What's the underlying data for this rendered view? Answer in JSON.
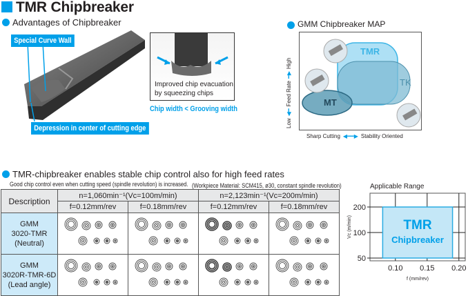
{
  "header": {
    "title": "TMR Chipbreaker"
  },
  "advantages": {
    "heading": "Advantages of Chipbreaker",
    "callouts": [
      "Special Curve Wall",
      "Depression in center of cutting edge"
    ],
    "photo_caption_line1": "Improved chip evacuation",
    "photo_caption_line2": "by squeezing chips",
    "chip_width_note": "Chip width < Grooving width"
  },
  "map": {
    "heading": "GMM Chipbreaker MAP",
    "y_axis": {
      "low": "Low",
      "label": "Feed Rate",
      "high": "High"
    },
    "x_axis": {
      "left": "Sharp Cutting",
      "right": "Stability Oriented"
    },
    "regions": [
      "TMR",
      "TK",
      "MT"
    ],
    "colors": {
      "tmr": "#aee0f5",
      "tk": "#7fbbd3",
      "mt": "#5e9db6",
      "accent": "#00a0e9"
    }
  },
  "chip_control": {
    "heading": "TMR-chipbreaker enables stable chip control also for high feed rates",
    "note_left": "Good chip control even when cutting speed (spindle revolution) is increased.",
    "note_right": "(Workpiece Material: SCM415, ø30, constant spindle revolution)",
    "table": {
      "description_header": "Description",
      "speed_groups": [
        "n=1,060min⁻¹(Vc=100m/min)",
        "n=2,123min⁻¹(Vc=200m/min)"
      ],
      "feeds": [
        "f=0.12mm/rev",
        "f=0.18mm/rev",
        "f=0.12mm/rev",
        "f=0.18mm/rev"
      ],
      "rows": [
        {
          "line1": "GMM",
          "line2": "3020-TMR",
          "line3": "(Neutral)"
        },
        {
          "line1": "GMM",
          "line2": "3020R-TMR-6D",
          "line3": "(Lead angle)"
        }
      ]
    }
  },
  "chart_data": {
    "type": "area",
    "title": "Applicable Range",
    "xlabel": "f (mm/rev)",
    "ylabel": "Vc (m/min)",
    "x_ticks": [
      "0.10",
      "0.15",
      "0.20"
    ],
    "y_ticks": [
      "200",
      "100",
      "50"
    ],
    "xlim": [
      0.06,
      0.21
    ],
    "y_scale": "categorical",
    "region": {
      "label_line1": "TMR",
      "label_line2": "Chipbreaker",
      "f_min": 0.08,
      "f_max": 0.19,
      "vc_min": 50,
      "vc_max": 200
    },
    "grid": true
  }
}
